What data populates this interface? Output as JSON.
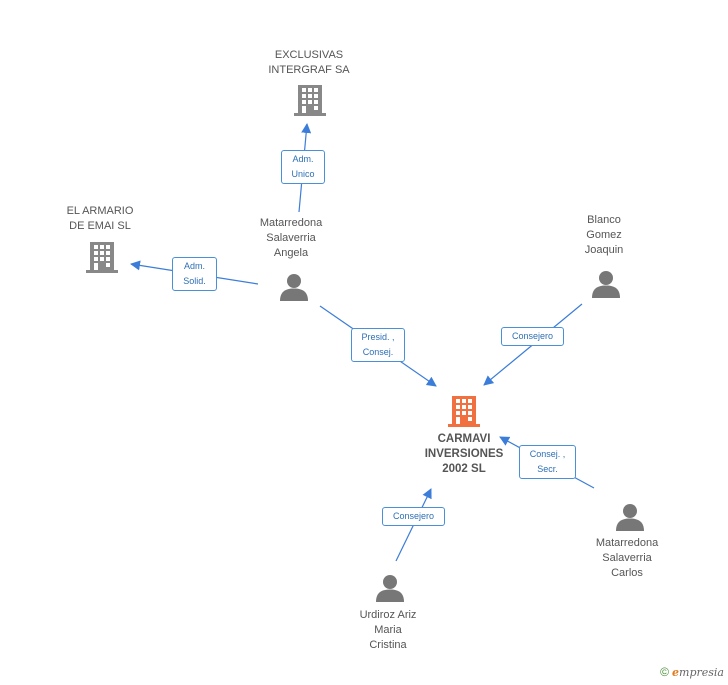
{
  "colors": {
    "edge": "#3b7dd8",
    "company": "#888888",
    "main_company": "#f07040",
    "person": "#777777"
  },
  "nodes": {
    "exclusivas": {
      "label": "EXCLUSIVAS\nINTERGRAF SA",
      "icon": "building-icon"
    },
    "armario": {
      "label": "EL ARMARIO\nDE EMAI  SL",
      "icon": "building-icon"
    },
    "angela": {
      "label": "Matarredona\nSalaverria\nAngela",
      "icon": "person-icon"
    },
    "blanco": {
      "label": "Blanco\nGomez\nJoaquin",
      "icon": "person-icon"
    },
    "carmavi": {
      "label": "CARMAVI\nINVERSIONES\n2002 SL",
      "icon": "building-icon"
    },
    "carlos": {
      "label": "Matarredona\nSalaverria\nCarlos",
      "icon": "person-icon"
    },
    "urdiroz": {
      "label": "Urdiroz Ariz\nMaria\nCristina",
      "icon": "person-icon"
    }
  },
  "edges": {
    "adm_unico": "Adm.\nUnico",
    "adm_solid": "Adm.\nSolid.",
    "presid": "Presid. ,\nConsej.",
    "consejero_blanco": "Consejero",
    "consej_secr": "Consej. ,\nSecr.",
    "consejero_urdiroz": "Consejero"
  },
  "footer": {
    "copyright": "©",
    "brand_initial": "e",
    "brand_rest": "mpresia"
  }
}
